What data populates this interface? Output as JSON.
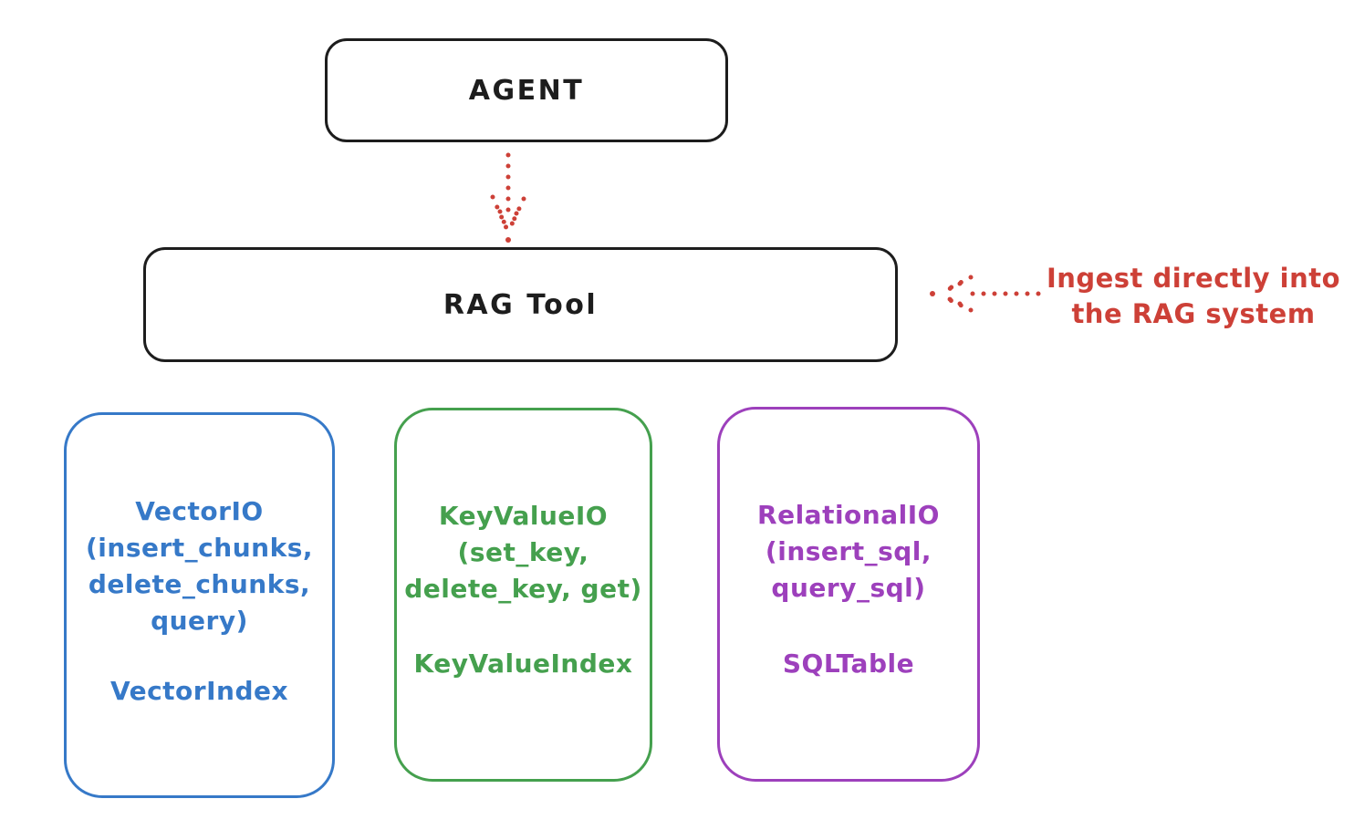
{
  "colors": {
    "ink": "#1d1d1d",
    "red": "#cd4037",
    "blue": "#3679c8",
    "green": "#45a04e",
    "purple": "#9d40bc",
    "background": "#ffffff"
  },
  "agent": {
    "label": "AGENT"
  },
  "rag_tool": {
    "label": "RAG Tool"
  },
  "annotation": {
    "line1": "Ingest directly into",
    "line2": "the RAG system"
  },
  "arrows": {
    "agent_to_rag": "dotted-arrow-down",
    "ingest_to_rag": "dotted-arrow-left"
  },
  "stores": [
    {
      "id": "vector-io",
      "color": "#3679c8",
      "lines": [
        "VectorIO",
        "(insert_chunks,",
        "delete_chunks,",
        "query)"
      ],
      "index": "VectorIndex"
    },
    {
      "id": "keyvalue-io",
      "color": "#45a04e",
      "lines": [
        "KeyValueIO",
        "(set_key,",
        "delete_key, get)"
      ],
      "index": "KeyValueIndex"
    },
    {
      "id": "relational-io",
      "color": "#9d40bc",
      "lines": [
        "RelationalIO",
        "(insert_sql,",
        "query_sql)"
      ],
      "index": "SQLTable"
    }
  ]
}
